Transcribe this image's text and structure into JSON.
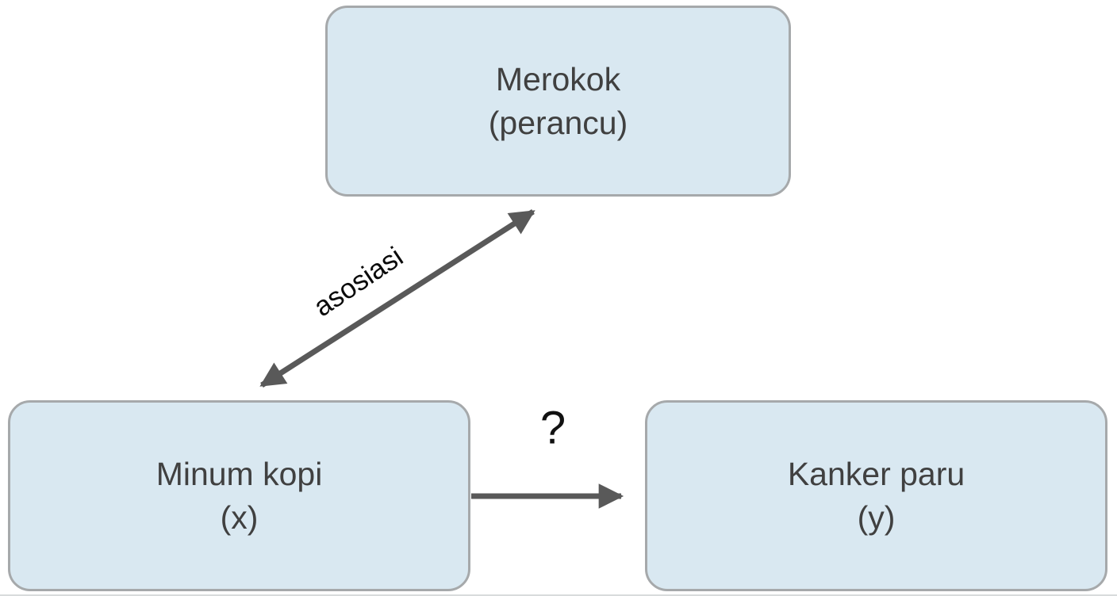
{
  "diagram": {
    "type": "causal-confounder-diagram",
    "nodes": [
      {
        "id": "confounder",
        "line1": "Merokok",
        "line2": "(perancu)"
      },
      {
        "id": "exposure",
        "line1": "Minum kopi",
        "line2": "(x)"
      },
      {
        "id": "outcome",
        "line1": "Kanker paru",
        "line2": "(y)"
      }
    ],
    "edges": [
      {
        "from": "exposure",
        "to": "confounder",
        "type": "double-arrow",
        "label": "asosiasi"
      },
      {
        "from": "exposure",
        "to": "outcome",
        "type": "arrow",
        "label": "?"
      }
    ],
    "colors": {
      "node_fill": "#d9e8f1",
      "node_border": "#a6a9ab",
      "arrow": "#595959",
      "node_text": "#404040",
      "edge_label_text": "#0a0a0a",
      "background": "#ffffff"
    }
  }
}
